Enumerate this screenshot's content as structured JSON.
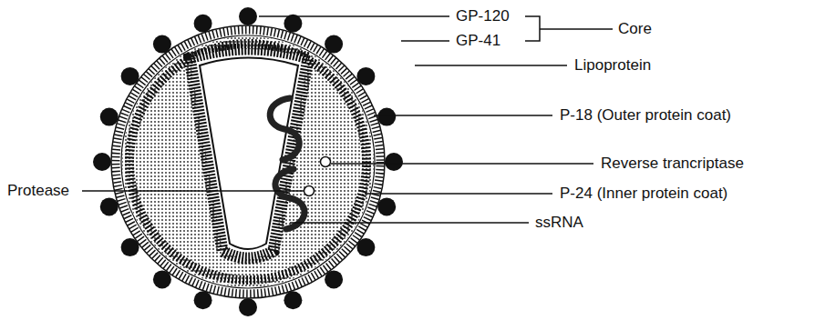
{
  "diagram": {
    "labels": [
      "GP-120",
      "GP-41",
      "Core",
      "Lipoprotein",
      "P-18 (Outer protein coat)",
      "Reverse trancriptase",
      "Protease",
      "P-24 (Inner protein coat)",
      "ssRNA"
    ]
  }
}
